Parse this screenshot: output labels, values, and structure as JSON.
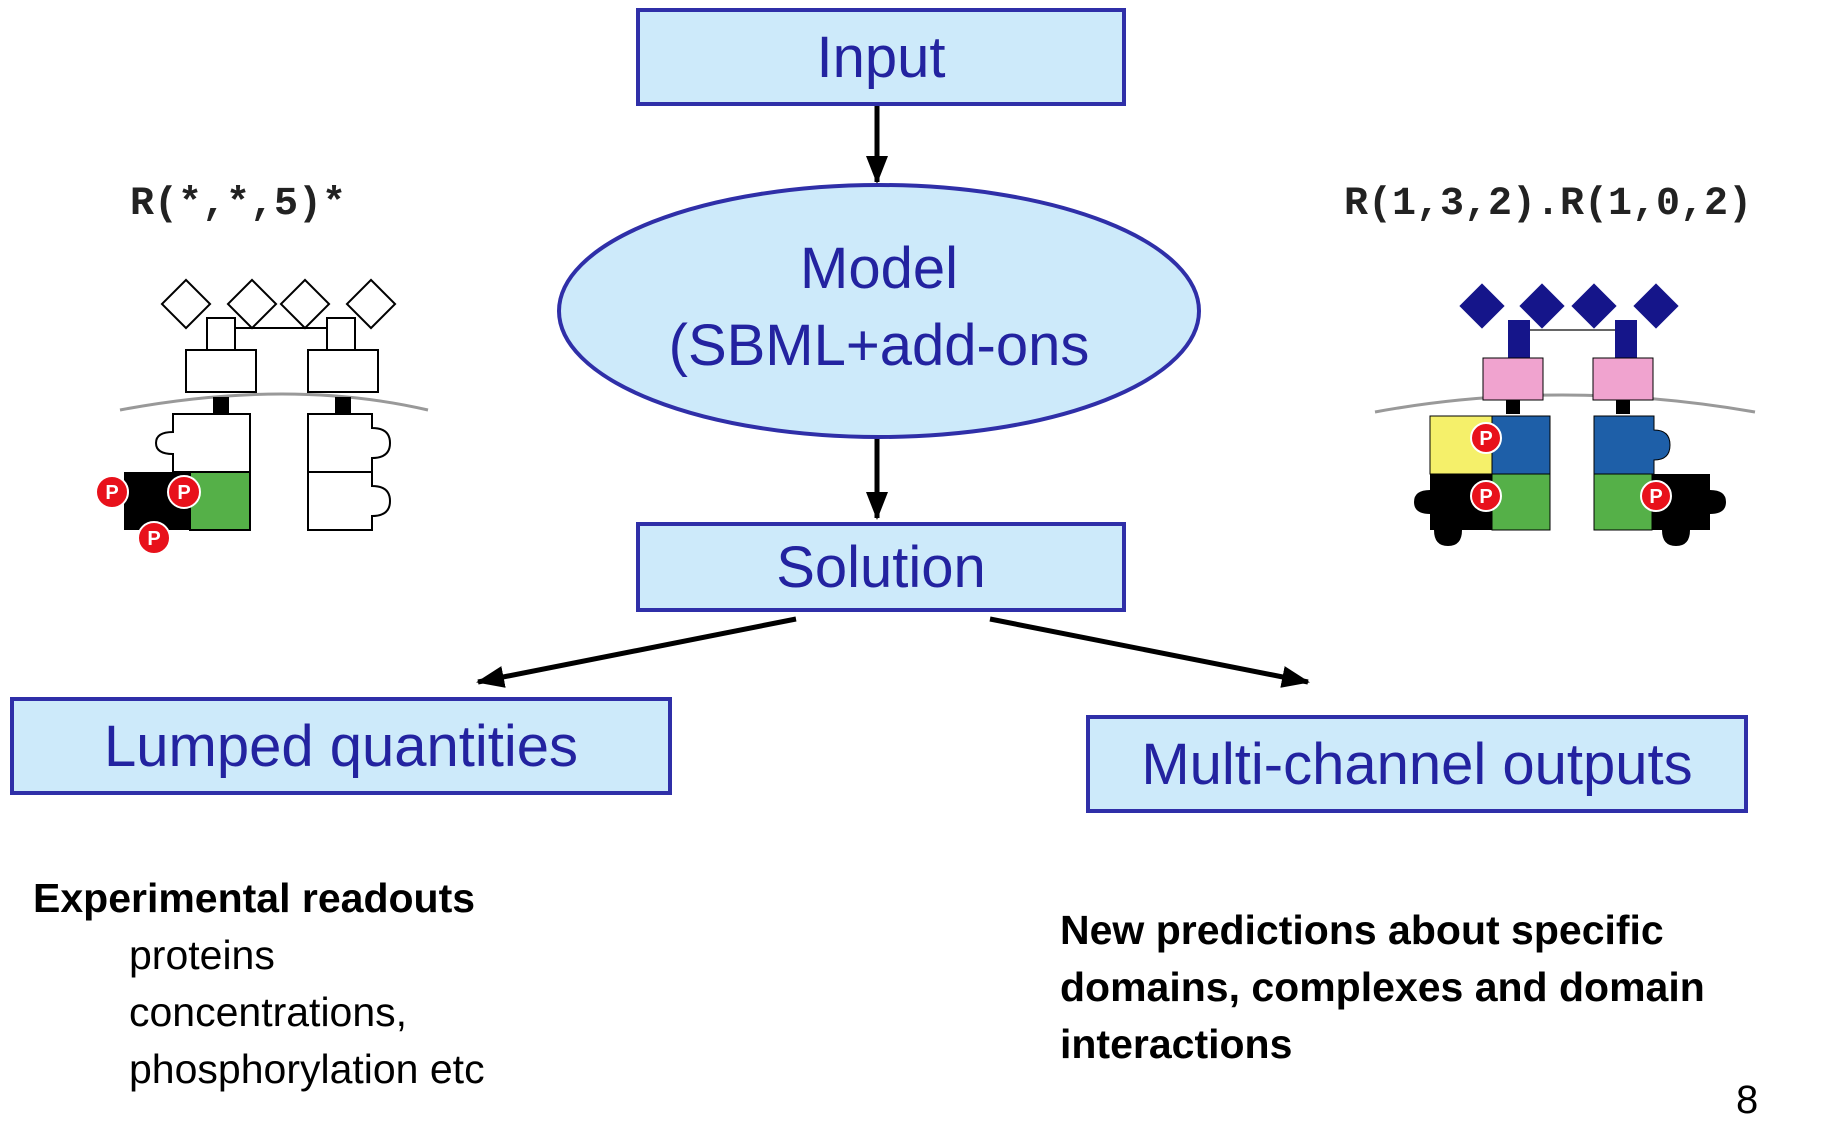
{
  "flow": {
    "input": "Input",
    "model_line1": "Model",
    "model_line2": "(SBML+add-ons",
    "solution": "Solution",
    "lumped": "Lumped quantities",
    "multichannel": "Multi-channel outputs"
  },
  "left_molecule": {
    "label": "R(*,*,5)*",
    "phospho_mark": "P"
  },
  "right_molecule": {
    "label": "R(1,3,2).R(1,0,2)",
    "phospho_mark": "P"
  },
  "left_notes": {
    "heading": "Experimental readouts",
    "items": [
      "proteins",
      "concentrations,",
      "phosphorylation etc"
    ]
  },
  "right_notes": {
    "heading_lines": [
      "New predictions about specific",
      "domains, complexes and domain",
      "interactions"
    ]
  },
  "page_number": "8",
  "colors": {
    "box_fill": "#cdeafa",
    "box_border": "#2f2fa8",
    "box_text": "#2323a0",
    "phospho": "#e8111b",
    "green_domain": "#55b048",
    "blue_domain": "#1e5fa8",
    "pink_domain": "#f0a3cf",
    "yellow_domain": "#f5f06a",
    "navy_domain": "#15158a"
  }
}
